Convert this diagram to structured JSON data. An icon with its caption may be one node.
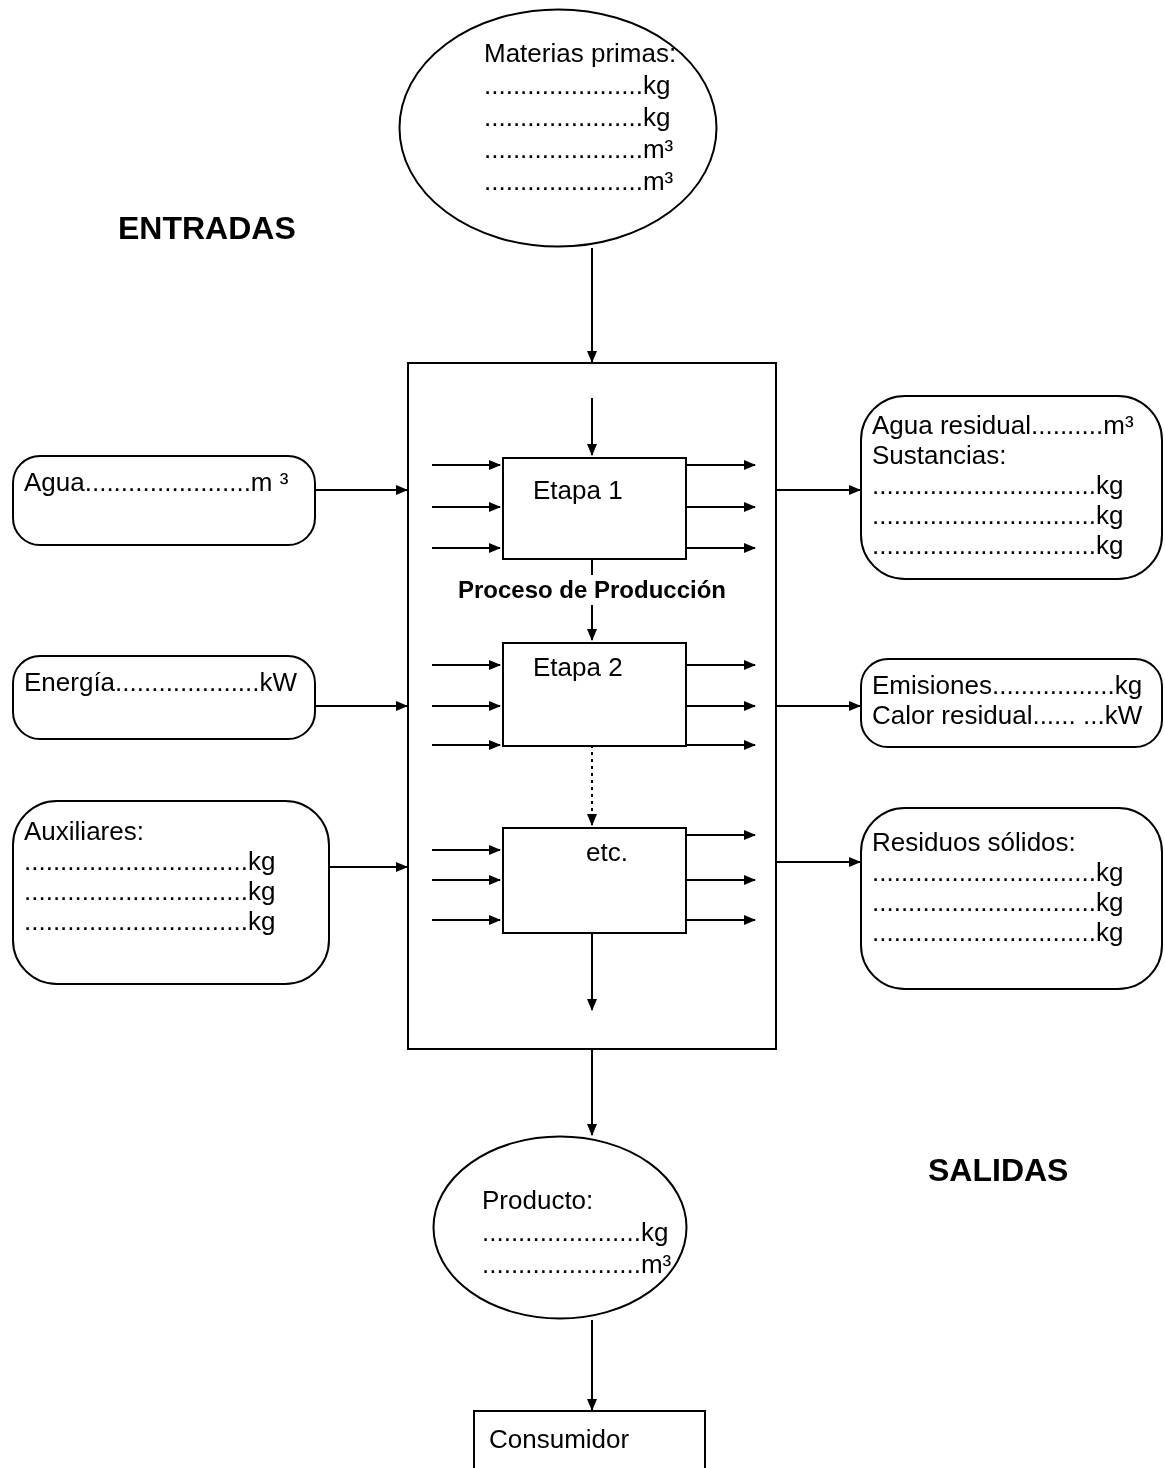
{
  "diagram": {
    "nodes": [
      {
        "text": [
          "Materias primas:",
          "......................kg",
          "......................kg",
          "......................m³",
          "......................m³"
        ]
      },
      {
        "text": [
          "Agua.......................m ³"
        ]
      },
      {
        "text": [
          "Energía....................kW"
        ]
      },
      {
        "text": [
          "Auxiliares:",
          "...............................kg",
          "...............................kg",
          "...............................kg"
        ]
      },
      {
        "text": [
          "Proceso de Producción"
        ]
      },
      {
        "text": [
          "Etapa 1"
        ],
        "in": 4
      },
      {
        "text": [
          "Etapa 2"
        ],
        "in": 4
      },
      {
        "text": [
          "etc."
        ],
        "in": 4
      },
      {
        "text": [
          "Agua residual..........m³",
          "Sustancias:",
          "...............................kg",
          "...............................kg",
          "...............................kg"
        ]
      },
      {
        "text": [
          "Emisiones.................kg",
          "Calor residual...... ...kW"
        ]
      },
      {
        "text": [
          "Residuos sólidos:",
          "...............................kg",
          "...............................kg",
          "...............................kg"
        ]
      },
      {
        "text": [
          "Producto:",
          "......................kg",
          "......................m³"
        ]
      },
      {
        "text": [
          "Consumidor"
        ]
      }
    ],
    "edges": [
      {
        "from": 0,
        "to": 4,
        "arrow": "to"
      },
      {
        "from": 1,
        "to": 4,
        "arrow": "to"
      },
      {
        "from": 2,
        "to": 4,
        "arrow": "to"
      },
      {
        "from": 3,
        "to": 4,
        "arrow": "to"
      },
      {
        "from": null,
        "to": 5,
        "arrow": "to"
      },
      {
        "from": null,
        "to": 5,
        "arrow": "to"
      },
      {
        "from": null,
        "to": 5,
        "arrow": "to"
      },
      {
        "from": null,
        "to": 5,
        "arrow": "to"
      },
      {
        "from": 5,
        "to": null,
        "arrow": "to"
      },
      {
        "from": 5,
        "to": null,
        "arrow": "to"
      },
      {
        "from": 5,
        "to": null,
        "arrow": "to"
      },
      {
        "from": 5,
        "to": 6,
        "arrow": "to"
      },
      {
        "from": null,
        "to": 6,
        "arrow": "to"
      },
      {
        "from": null,
        "to": 6,
        "arrow": "to"
      },
      {
        "from": null,
        "to": 6,
        "arrow": "to"
      },
      {
        "from": 6,
        "to": null,
        "arrow": "to"
      },
      {
        "from": 6,
        "to": null,
        "arrow": "to"
      },
      {
        "from": 6,
        "to": null,
        "arrow": "to"
      },
      {
        "from": 6,
        "to": 7,
        "arrow": "to",
        "style": "dashed"
      },
      {
        "from": null,
        "to": 7,
        "arrow": "to"
      },
      {
        "from": null,
        "to": 7,
        "arrow": "to"
      },
      {
        "from": null,
        "to": 7,
        "arrow": "to"
      },
      {
        "from": 7,
        "to": null,
        "arrow": "to"
      },
      {
        "from": 7,
        "to": null,
        "arrow": "to"
      },
      {
        "from": 7,
        "to": null,
        "arrow": "to"
      },
      {
        "from": 7,
        "to": null,
        "arrow": "to"
      },
      {
        "from": 4,
        "to": 8,
        "arrow": "to"
      },
      {
        "from": 4,
        "to": 9,
        "arrow": "to"
      },
      {
        "from": 4,
        "to": 10,
        "arrow": "to"
      },
      {
        "from": 4,
        "to": 11,
        "arrow": "to"
      },
      {
        "from": 11,
        "to": 12,
        "arrow": "to"
      }
    ],
    "labels": [
      "ENTRADAS",
      "SALIDAS"
    ]
  }
}
